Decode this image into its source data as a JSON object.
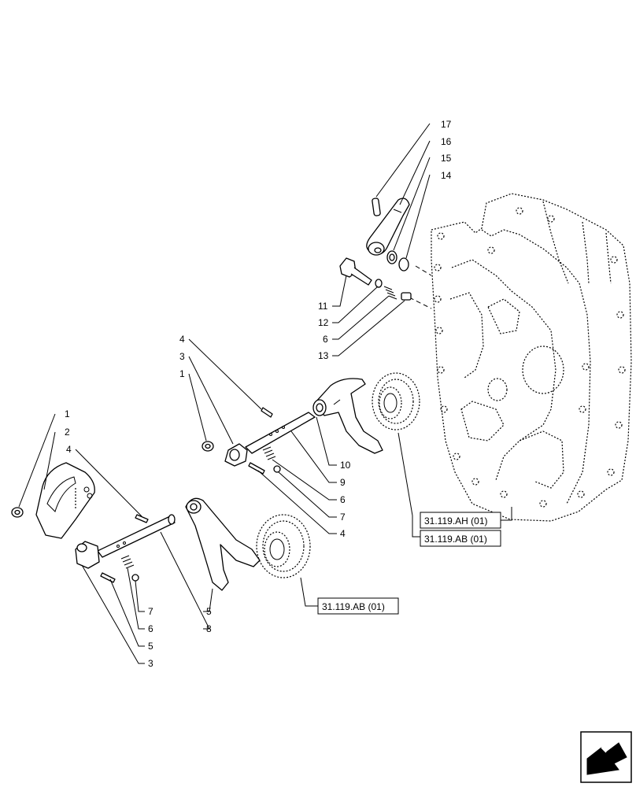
{
  "callouts": {
    "c17": "17",
    "c16": "16",
    "c15": "15",
    "c14": "14",
    "c11": "11",
    "c12": "12",
    "c6a": "6",
    "c13": "13",
    "c4a": "4",
    "c3a": "3",
    "c1a": "1",
    "c10": "10",
    "c9": "9",
    "c6b": "6",
    "c7a": "7",
    "c4b": "4",
    "c1b": "1",
    "c2": "2",
    "c4c": "4",
    "c5a": "5",
    "c8": "8",
    "c7b": "7",
    "c6c": "6",
    "c5b": "5",
    "c3b": "3"
  },
  "references": {
    "ref_ah": "31.119.AH (01)",
    "ref_ab1": "31.119.AB (01)",
    "ref_ab2": "31.119.AB (01)"
  },
  "nav": {
    "icon": "next-page-arrow-icon"
  }
}
